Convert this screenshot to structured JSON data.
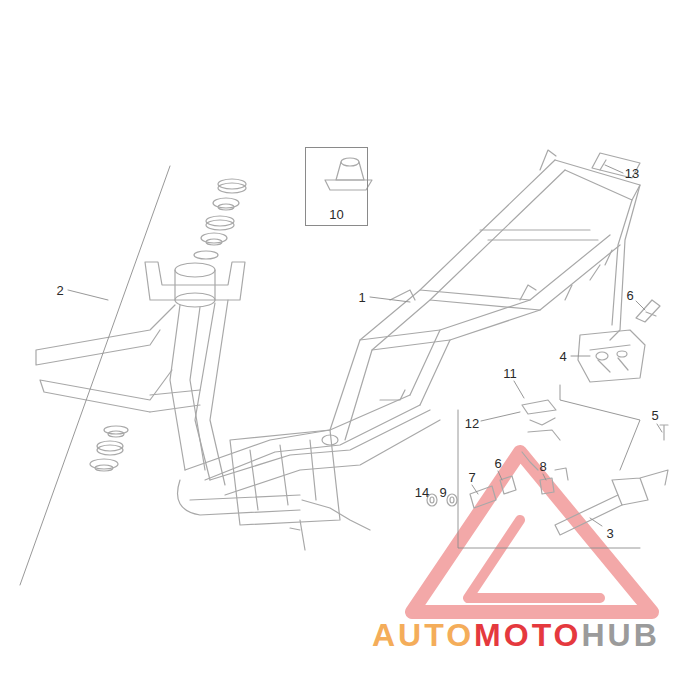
{
  "diagram": {
    "nodes": [
      {
        "text": [
          "10"
        ]
      }
    ],
    "labels": [
      "13",
      "2",
      "1",
      "6",
      "4",
      "11",
      "5",
      "12",
      "6",
      "8",
      "7",
      "14",
      "9",
      "3",
      "AUTO",
      "MOTO",
      "HUB"
    ]
  }
}
